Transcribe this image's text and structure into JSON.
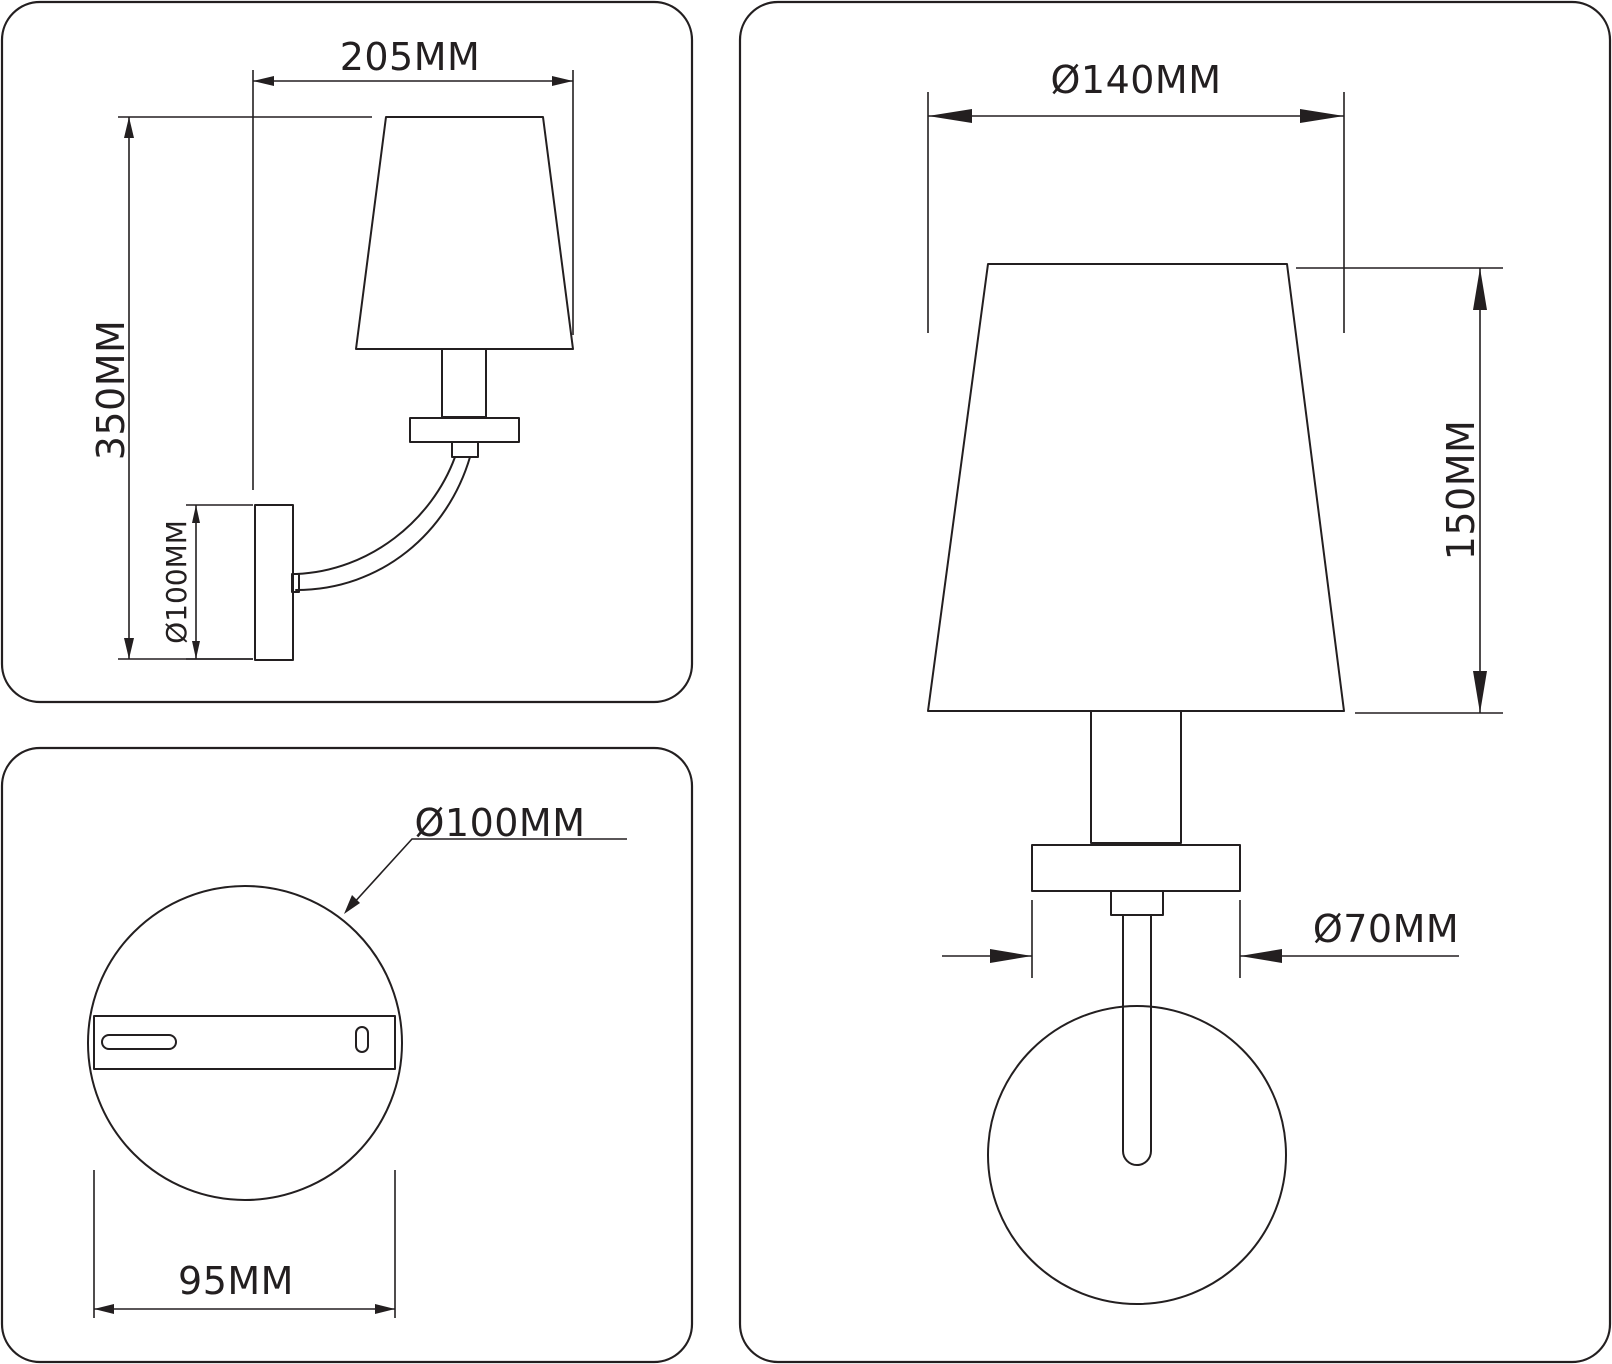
{
  "side_view": {
    "width_label": "205MM",
    "height_label": "350MM",
    "base_label": "Ø100MM"
  },
  "base_view": {
    "diameter_label": "Ø100MM",
    "width_label": "95MM"
  },
  "front_view": {
    "shade_diameter_label": "Ø140MM",
    "shade_height_label": "150MM",
    "holder_diameter_label": "Ø70MM"
  },
  "colors": {
    "line": "#231f20",
    "background": "#ffffff"
  }
}
